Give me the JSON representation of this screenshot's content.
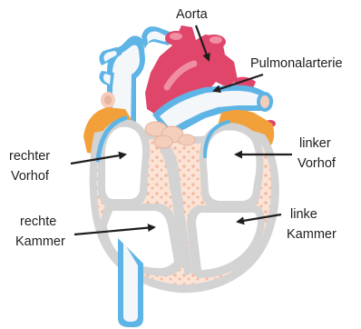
{
  "labels": {
    "aorta": "Aorta",
    "pulmonary_artery": "Pulmonalarterie",
    "right_atrium_line1": "rechter",
    "right_atrium_line2": "Vorhof",
    "left_atrium_line1": "linker",
    "left_atrium_line2": "Vorhof",
    "right_ventricle_line1": "rechte",
    "right_ventricle_line2": "Kammer",
    "left_ventricle_line1": "linke",
    "left_ventricle_line2": "Kammer"
  },
  "colors": {
    "aorta": "#e0456a",
    "aorta_highlight": "#f08fa3",
    "vessel_blue": "#5fb4e6",
    "vessel_light": "#f4f7fa",
    "atrium_orange": "#f2a03a",
    "muscle_gray": "#c9c9c9",
    "muscle_tissue": "#f6cdb8",
    "valve": "#f4cdbb",
    "label_text": "#1e1e1e"
  }
}
